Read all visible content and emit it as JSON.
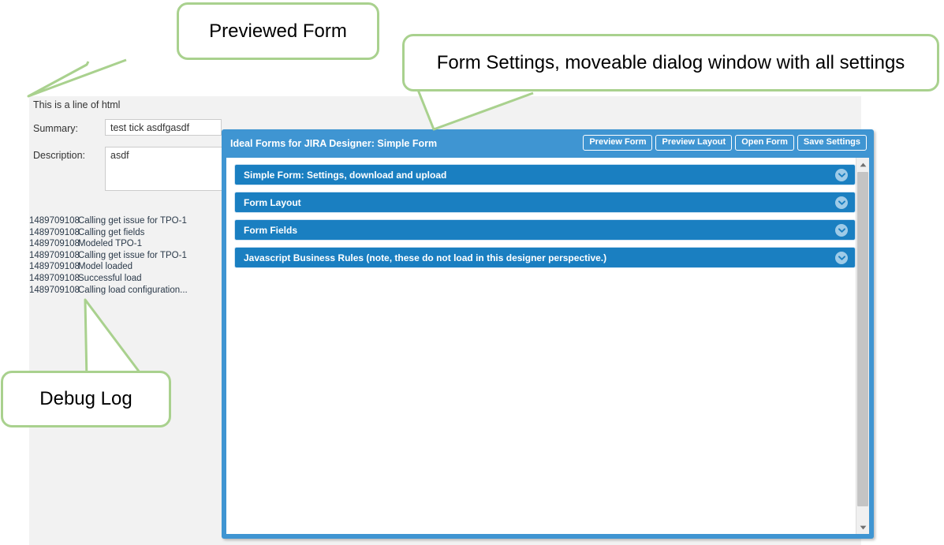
{
  "preview_form": {
    "html_line": "This is a line of html",
    "summary_label": "Summary:",
    "summary_value": "test tick asdfgasdf",
    "description_label": "Description:",
    "description_value": "asdf"
  },
  "debug_log": {
    "entries": [
      {
        "timestamp": "1489709108",
        "message": "Calling get issue for TPO-1"
      },
      {
        "timestamp": "1489709108",
        "message": "Calling get fields"
      },
      {
        "timestamp": "1489709108",
        "message": "Modeled TPO-1"
      },
      {
        "timestamp": "1489709108",
        "message": "Calling get issue for TPO-1"
      },
      {
        "timestamp": "1489709108",
        "message": "Model loaded"
      },
      {
        "timestamp": "1489709108",
        "message": "Successful load"
      },
      {
        "timestamp": "1489709108",
        "message": "Calling load configuration..."
      }
    ]
  },
  "dialog": {
    "title": "Ideal Forms for JIRA Designer: Simple Form",
    "buttons": [
      {
        "label": "Preview Form"
      },
      {
        "label": "Preview Layout"
      },
      {
        "label": "Open Form"
      },
      {
        "label": "Save Settings"
      }
    ],
    "panels": [
      {
        "label": "Simple Form: Settings, download and upload",
        "icon": "chevron-down-icon"
      },
      {
        "label": "Form Layout",
        "icon": "chevron-down-icon"
      },
      {
        "label": "Form Fields",
        "icon": "chevron-down-icon"
      },
      {
        "label": "Javascript Business Rules (note, these do not load in this designer perspective.)",
        "icon": "chevron-down-icon"
      }
    ],
    "scrollbar": {
      "up_icon": "scroll-up-arrow-icon",
      "down_icon": "scroll-down-arrow-icon"
    }
  },
  "annotations": [
    {
      "text": "Previewed Form"
    },
    {
      "text": "Form Settings, moveable dialog window with all settings"
    },
    {
      "text": "Debug Log"
    }
  ],
  "colors": {
    "accent_blue": "#3f95d2",
    "panel_blue": "#1a7fc1",
    "callout_green": "#a9d18e",
    "page_gray": "#f2f2f2"
  }
}
